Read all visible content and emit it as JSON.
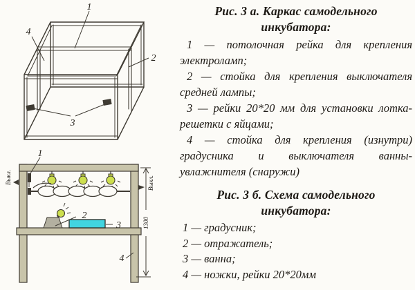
{
  "figure_a": {
    "title_lines": [
      "Рис. 3 а. Каркас самодельного",
      "инкубатора:"
    ],
    "legend": [
      "1 — потолочная рейка для крепления электроламп;",
      "2 — стойка для крепления выключателя средней лампы;",
      "3 — рейки 20*20 мм для установки лотка-решетки с яйцами;",
      "4 — стойка для крепления (изнутри) градусника и выключателя ванны-увлажнителя (снаружи)"
    ],
    "callouts": {
      "c1": "1",
      "c2": "2",
      "c3": "3",
      "c4": "4"
    }
  },
  "figure_b": {
    "title_lines": [
      "Рис. 3 б. Схема самодельного",
      "инкубатора:"
    ],
    "legend": [
      "1 — градусник;",
      "2 — отражатель;",
      "3 — ванна;",
      "4 — ножки, рейки 20*20мм"
    ],
    "callouts": {
      "c1": "1",
      "c2": "2",
      "c3": "3",
      "c4": "4"
    },
    "annotations": {
      "switch_left": "Выкл.",
      "switch_right": "Выкл.",
      "height_dimension": "1300"
    }
  },
  "colors": {
    "line": "#3f3b33",
    "wood": "#c8c4aa",
    "bulb": "#cddf4e",
    "bath": "#41d4e0",
    "reflector": "#b3b0a0"
  }
}
